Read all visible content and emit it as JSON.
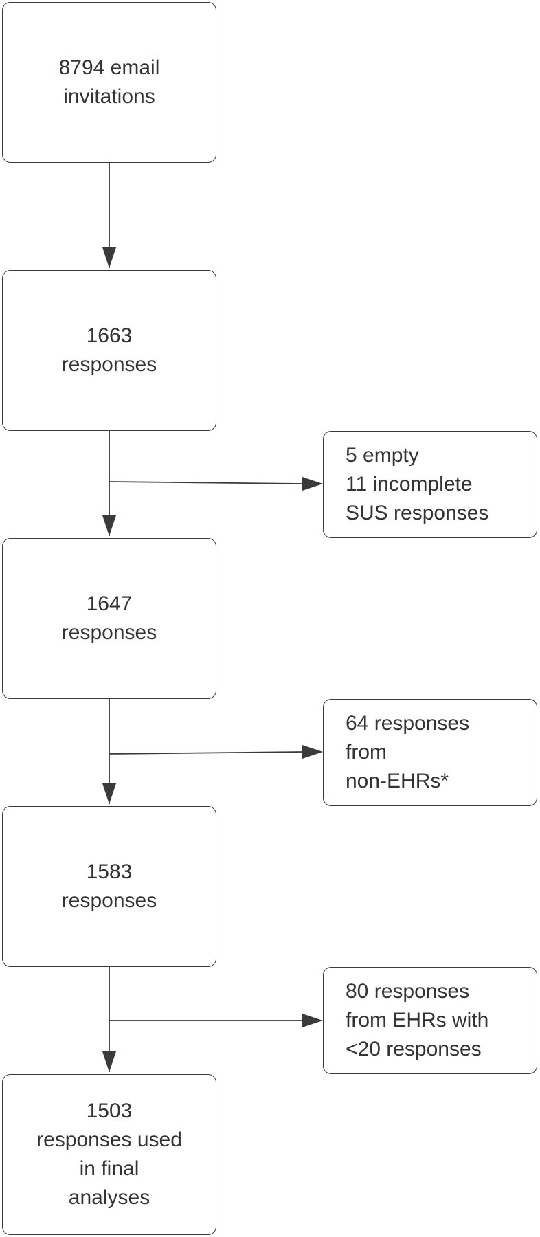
{
  "flow": {
    "steps": [
      {
        "lines": [
          "8794 email",
          "invitations"
        ]
      },
      {
        "lines": [
          "1663",
          "responses"
        ]
      },
      {
        "lines": [
          "1647",
          "responses"
        ]
      },
      {
        "lines": [
          "1583",
          "responses"
        ]
      },
      {
        "lines": [
          "1503",
          "responses used",
          "in final",
          "analyses"
        ]
      }
    ],
    "exclusions": [
      {
        "lines": [
          "5 empty",
          "11 incomplete",
          "SUS responses"
        ]
      },
      {
        "lines": [
          "64 responses",
          "from",
          "non-EHRs*"
        ]
      },
      {
        "lines": [
          "80 responses",
          "from EHRs with",
          "<20 responses"
        ]
      }
    ]
  },
  "colors": {
    "stroke": "#3a3a3a",
    "text": "#333333",
    "background": "#ffffff"
  }
}
